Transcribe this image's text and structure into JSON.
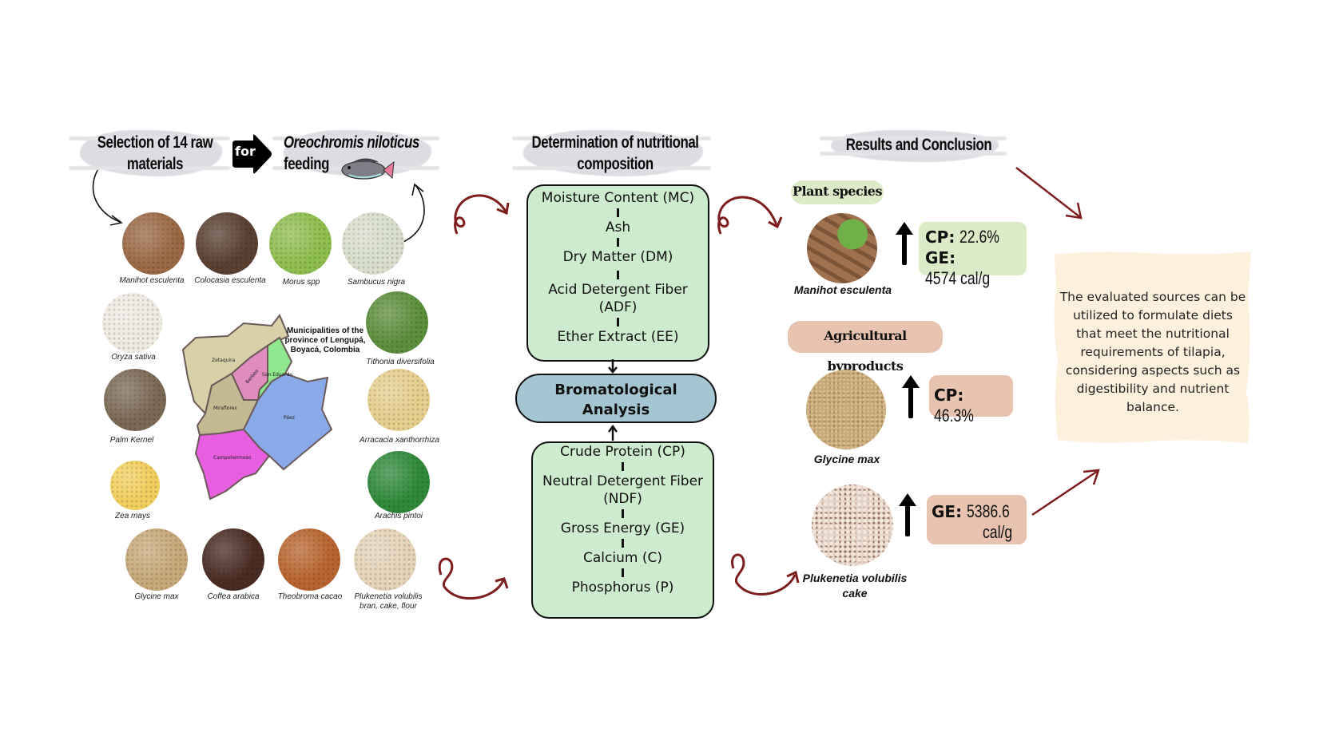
{
  "headings": {
    "selection": "Selection of 14 raw materials",
    "selection_line1": "Selection of 14 raw",
    "selection_line2": "materials",
    "for_label": "for",
    "target_line1": "Oreochromis niloticus",
    "target_line2": "feeding",
    "determination_line1": "Determination of nutritional",
    "determination_line2": "composition",
    "results": "Results and Conclusion"
  },
  "raw_materials": [
    {
      "name": "Manihot esculenta",
      "color": "#9c6a46"
    },
    {
      "name": "Colocasia esculenta",
      "color": "#5a4031"
    },
    {
      "name": "Morus spp",
      "color": "#8fbf4f"
    },
    {
      "name": "Sambucus nigra",
      "color": "#d9dfcc"
    },
    {
      "name": "Oryza sativa",
      "color": "#efeae2"
    },
    {
      "name": "Tithonia diversifolia",
      "color": "#5d8f3c"
    },
    {
      "name": "Palm Kernel",
      "color": "#7c6a55"
    },
    {
      "name": "Arracacia xanthorrhiza",
      "color": "#e7cf8e"
    },
    {
      "name": "Zea mays",
      "color": "#f2cf5d"
    },
    {
      "name": "Arachis pintoi",
      "color": "#2f8a3a"
    },
    {
      "name": "Glycine max",
      "color": "#c8a97a"
    },
    {
      "name": "Coffea arabica",
      "color": "#4a2c22"
    },
    {
      "name": "Theobroma cacao",
      "color": "#b9652f"
    },
    {
      "name": "Plukenetia volubilis bran, cake, flour",
      "color": "#e5d4b8"
    }
  ],
  "map": {
    "title": "Municipalities of the province of Lengupá, Boyacá, Colombia",
    "regions": [
      {
        "name": "Zetaquira",
        "color": "#d8d0a8"
      },
      {
        "name": "Berbeo",
        "color": "#e08cbf"
      },
      {
        "name": "San Eduardo",
        "color": "#8ee88e"
      },
      {
        "name": "Miraflores",
        "color": "#c4b993"
      },
      {
        "name": "Páez",
        "color": "#8aa9e8"
      },
      {
        "name": "Campohermoso",
        "color": "#e75fe0"
      }
    ]
  },
  "analysis": {
    "top_items": [
      "Moisture Content (MC)",
      "Ash",
      "Dry Matter (DM)",
      "Acid Detergent Fiber (ADF)",
      "Ether Extract (EE)"
    ],
    "center_line1": "Bromatological",
    "center_line2": "Analysis",
    "bottom_items": [
      "Crude Protein (CP)",
      "Neutral Detergent Fiber (NDF)",
      "Gross Energy (GE)",
      "Calcium (C)",
      "Phosphorus (P)"
    ]
  },
  "results": {
    "plant_label": "Plant species",
    "byproduct_label": "Agricultural byproducts",
    "items": [
      {
        "name": "Manihot esculenta",
        "stats": [
          {
            "key": "CP:",
            "value": "22.6%"
          },
          {
            "key": "GE:",
            "value": "4574 cal/g"
          }
        ]
      },
      {
        "name": "Glycine max",
        "stats": [
          {
            "key": "CP:",
            "value": "46.3%"
          }
        ]
      },
      {
        "name": "Plukenetia volubilis cake",
        "name_line1": "Plukenetia volubilis",
        "name_line2": "cake",
        "stats": [
          {
            "key": "GE:",
            "value": "5386.6",
            "value2": "cal/g"
          }
        ]
      }
    ],
    "conclusion": "The evaluated sources can be utilized to formulate diets that meet the nutritional requirements of tilapia, considering aspects such as digestibility and nutrient balance."
  },
  "colors": {
    "plant_green": "#dcebc7",
    "byproduct_peach": "#e8c4b0",
    "box_green": "#cdeccd",
    "analysis_blue": "#a3c6d2",
    "note_cream": "#fdf0dc",
    "arrow_red": "#7d1d1d"
  }
}
